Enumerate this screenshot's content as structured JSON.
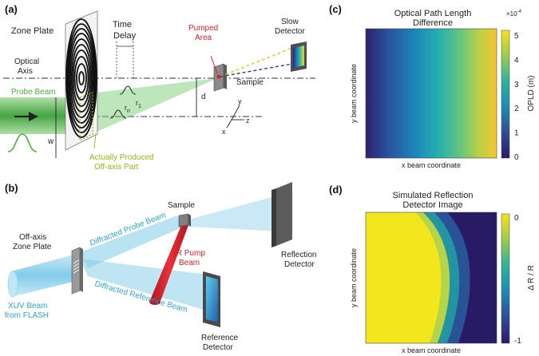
{
  "panels": {
    "a": {
      "label": "(a)",
      "zone_plate": "Zone Plate",
      "time_delay_1": "Time",
      "time_delay_2": "Delay",
      "pumped_1": "Pumped",
      "pumped_2": "Area",
      "slow_1": "Slow",
      "slow_2": "Detector",
      "optical_1": "Optical",
      "optical_2": "Axis",
      "probe_beam": "Probe Beam",
      "sample": "Sample",
      "d": "d",
      "w": "w",
      "r1": "r",
      "r1_sub": "1",
      "rn": "r",
      "rn_sub": "n",
      "axis_x": "x",
      "axis_y": "y",
      "axis_z": "z",
      "actually_1": "Actually Produced",
      "actually_2": "Off-axis Part"
    },
    "b": {
      "label": "(b)",
      "sample": "Sample",
      "offaxis_1": "Off-axis",
      "offaxis_2": "Zone Plate",
      "diffracted_probe": "Diffracted Probe Beam",
      "ir_1": "IR Pump",
      "ir_2": "Beam",
      "reflection_1": "Reflection",
      "reflection_2": "Detector",
      "xuv_1": "XUV Beam",
      "xuv_2": "from FLASH",
      "diffracted_ref": "Diffracted Reference Beam",
      "reference_1": "Reference",
      "reference_2": "Detector"
    },
    "c": {
      "label": "(c)",
      "title_1": "Optical Path Length",
      "title_2": "Difference",
      "ylabel": "y beam coordinate",
      "xlabel": "x beam coordinate",
      "cbar_label": "OPLD (m)",
      "cbar_exponent": "×10",
      "cbar_exponent_sup": "-4",
      "cbar_ticks": [
        "5",
        "4",
        "3",
        "2",
        "1",
        "0"
      ],
      "cbar_values": [
        5,
        4,
        3,
        2,
        1,
        0
      ]
    },
    "d": {
      "label": "(d)",
      "title_1": "Simulated Reflection",
      "title_2": "Detector Image",
      "ylabel": "y beam coordinate",
      "xlabel": "x beam coordinate",
      "cbar_label": "Δ R / R",
      "cbar_ticks": [
        "0",
        "-1"
      ],
      "cbar_values": [
        0,
        -1
      ]
    }
  },
  "colors": {
    "probe_green": "#4caf36",
    "olive_text": "#9bb21a",
    "pump_red": "#e01d27",
    "xuv_blue": "#2aa7d6",
    "viridis_low": "#3b1d7a",
    "viridis_high": "#f4e21a"
  }
}
